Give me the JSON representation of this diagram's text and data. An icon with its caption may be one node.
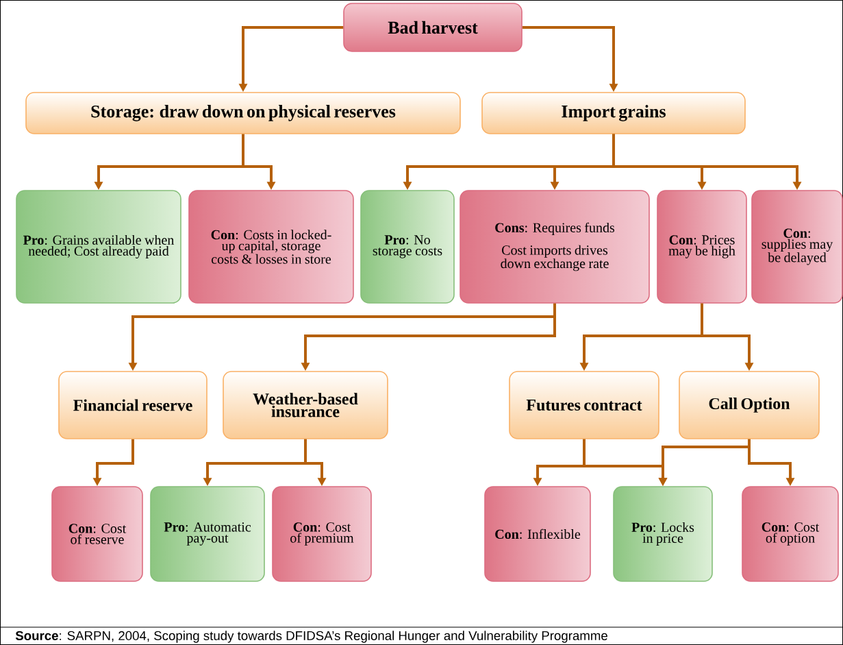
{
  "diagram": {
    "caption": "**Source**: SARPN, 2004, Scoping study towards DFIDSA’s Regional Hunger and Vulnerability Programme",
    "nodes": [
      {
        "text": [
          "Bad harvest"
        ]
      },
      {
        "text": [
          "Storage: draw down on physical reserves"
        ]
      },
      {
        "text": [
          "Import grains"
        ]
      },
      {
        "text": [
          "**Pro**: Grains available when needed; Cost already paid"
        ]
      },
      {
        "text": [
          "**Con**: Costs in locked-up capital, storage costs & losses in store"
        ]
      },
      {
        "text": [
          "**Pro**: No storage costs"
        ]
      },
      {
        "text": [
          "**Cons**: Requires funds",
          "Cost imports drives down exchange rate"
        ]
      },
      {
        "text": [
          "**Con**: Prices may be high"
        ]
      },
      {
        "text": [
          "**Con**: supplies may be delayed"
        ]
      },
      {
        "text": [
          "Financial reserve"
        ]
      },
      {
        "text": [
          "Weather-based insurance"
        ]
      },
      {
        "text": [
          "Futures contract"
        ]
      },
      {
        "text": [
          "Call Option"
        ]
      },
      {
        "text": [
          "**Con**: Cost of reserve"
        ]
      },
      {
        "text": [
          "**Pro**: Automatic pay-out"
        ]
      },
      {
        "text": [
          "**Con**: Cost of premium"
        ]
      },
      {
        "text": [
          "**Con**: Inflexible"
        ]
      },
      {
        "text": [
          "**Pro**: Locks in price"
        ]
      },
      {
        "text": [
          "**Con**: Cost of option"
        ]
      }
    ],
    "edges": [
      {
        "from": 0,
        "to": 1,
        "arrow": "to"
      },
      {
        "from": 0,
        "to": 2,
        "arrow": "to"
      },
      {
        "from": 1,
        "to": 3,
        "arrow": "to"
      },
      {
        "from": 1,
        "to": 4,
        "arrow": "to"
      },
      {
        "from": 2,
        "to": 5,
        "arrow": "to"
      },
      {
        "from": 2,
        "to": 6,
        "arrow": "to"
      },
      {
        "from": 2,
        "to": 7,
        "arrow": "to"
      },
      {
        "from": 2,
        "to": 8,
        "arrow": "to"
      },
      {
        "from": 6,
        "to": 9,
        "arrow": "to"
      },
      {
        "from": 6,
        "to": 10,
        "arrow": "to"
      },
      {
        "from": 7,
        "to": 11,
        "arrow": "to"
      },
      {
        "from": 7,
        "to": 12,
        "arrow": "to"
      },
      {
        "from": 9,
        "to": 13,
        "arrow": "to"
      },
      {
        "from": 10,
        "to": 14,
        "arrow": "to"
      },
      {
        "from": 10,
        "to": 15,
        "arrow": "to"
      },
      {
        "from": 11,
        "to": 16,
        "arrow": "to"
      },
      {
        "from": 11,
        "to": 17,
        "arrow": "to"
      },
      {
        "from": 12,
        "to": 17,
        "arrow": "to"
      },
      {
        "from": 12,
        "to": 18,
        "arrow": "to"
      }
    ]
  }
}
